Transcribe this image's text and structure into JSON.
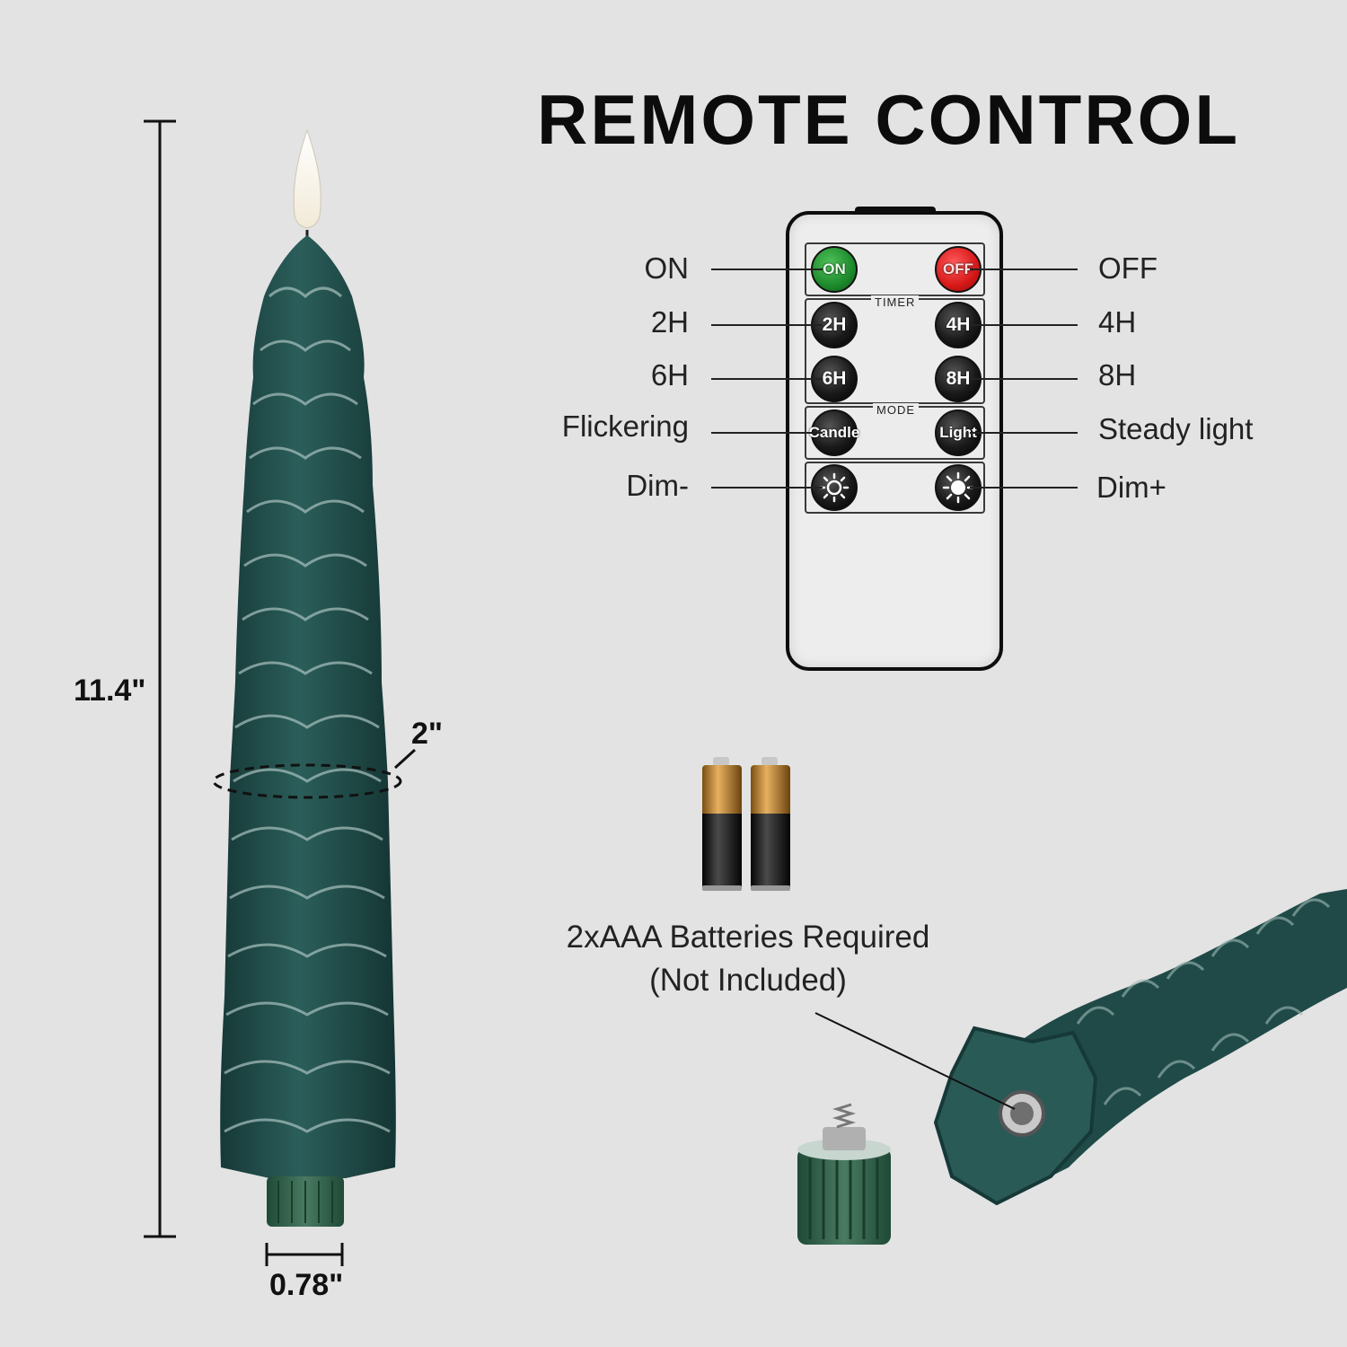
{
  "title": "REMOTE CONTROL",
  "dimensions": {
    "height": "11.4\"",
    "diameter": "2\"",
    "base_width": "0.78\""
  },
  "remote": {
    "section_timer": "TIMER",
    "section_mode": "MODE",
    "buttons": {
      "on": "ON",
      "off": "OFF",
      "h2": "2H",
      "h4": "4H",
      "h6": "6H",
      "h8": "8H",
      "candle": "Candle",
      "light": "Light"
    },
    "labels": {
      "on": "ON",
      "off": "OFF",
      "h2": "2H",
      "h4": "4H",
      "h6": "6H",
      "h8": "8H",
      "flickering": "Flickering",
      "steady": "Steady light",
      "dim_minus": "Dim-",
      "dim_plus": "Dim+"
    }
  },
  "battery_note": {
    "line1": "2xAAA Batteries Required",
    "line2": "(Not Included)"
  },
  "colors": {
    "background": "#e3e3e3",
    "candle_green": "#1f4a47",
    "on_button": "#1d8a2c",
    "off_button": "#d71818"
  }
}
